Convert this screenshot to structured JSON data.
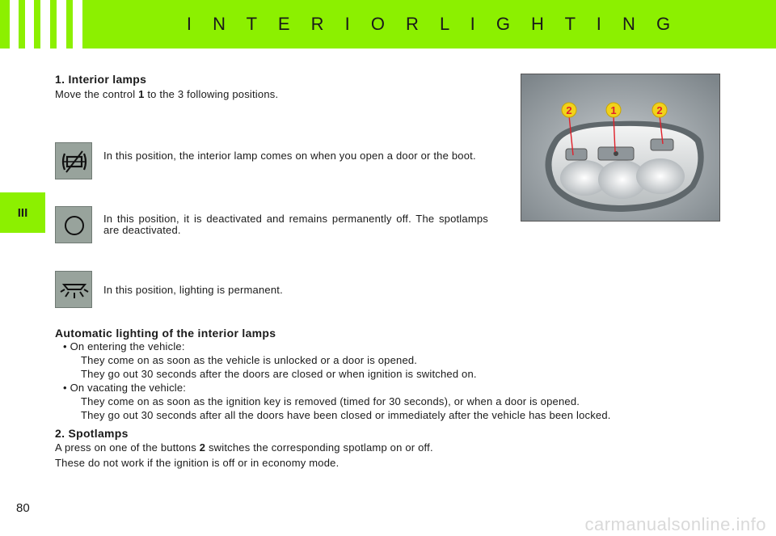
{
  "header": {
    "title": "I N T E R I O R   L I G H T I N G"
  },
  "side_tab": {
    "label": "III"
  },
  "section1": {
    "heading": "1.  Interior lamps",
    "intro_before": "Move the control ",
    "intro_bold": "1",
    "intro_after": " to the 3 following positions.",
    "positions": [
      {
        "icon": "door-lamp-icon",
        "text": "In this position, the interior lamp comes on when you open a door or the boot."
      },
      {
        "icon": "lamp-off-icon",
        "text": "In this position, it is deactivated and remains permanently off. The spotlamps are deactivated."
      },
      {
        "icon": "lamp-on-icon",
        "text": "In this position, lighting is permanent."
      }
    ]
  },
  "auto": {
    "heading": "Automatic lighting of the interior lamps",
    "items": [
      {
        "bullet": "• On entering the vehicle:",
        "lines": [
          "They come on as soon as the vehicle is unlocked or a door is opened.",
          "They go out 30 seconds after the doors are closed or when ignition is switched on."
        ]
      },
      {
        "bullet": "• On vacating the vehicle:",
        "lines": [
          "They come on as soon as the ignition key is removed (timed for 30 seconds), or when a door is opened.",
          "They go out 30 seconds after all the doors have been closed or immediately after the vehicle has been locked."
        ]
      }
    ]
  },
  "section2": {
    "heading": "2.  Spotlamps",
    "line1_before": "A press on one of the buttons ",
    "line1_bold": "2",
    "line1_after": " switches the corresponding spotlamp on or off.",
    "line2": "These do not work if the ignition is off or in economy mode."
  },
  "photo": {
    "callouts": [
      "2",
      "1",
      "2"
    ]
  },
  "page_number": "80",
  "watermark": "carmanualsonline.info",
  "colors": {
    "accent": "#8cf000",
    "callout": "#f2d21a",
    "callout_line": "#e0202a"
  }
}
